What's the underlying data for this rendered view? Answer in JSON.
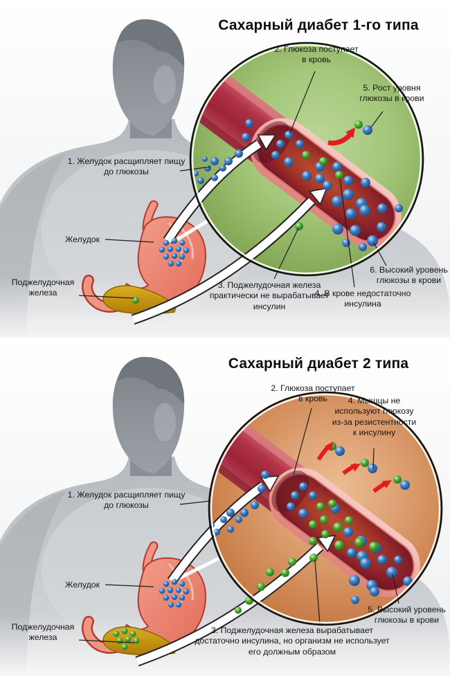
{
  "panels": [
    {
      "id": "type1",
      "title": "Сахарный диабет 1-го типа",
      "organ_labels": {
        "stomach": "Желудок",
        "pancreas": "Поджелудочная\nжелеза"
      },
      "annotations": [
        {
          "text": "1. Желудок расщипляет пищу\nдо глюкозы"
        },
        {
          "text": "2. Глюкоза поступает\nв кровь"
        },
        {
          "text": "3. Поджелудочная железа\nпрактически не вырабатывает\nинсулин"
        },
        {
          "text": "4. В крове недостаточно\nинсулина"
        },
        {
          "text": "5. Рост уровня\nглюкозы в крови"
        },
        {
          "text": "6. Высокий уровень\nглюкозы в крови"
        }
      ]
    },
    {
      "id": "type2",
      "title": "Сахарный диабет 2 типа",
      "organ_labels": {
        "stomach": "Желудок",
        "pancreas": "Поджелудочная\nжелеза"
      },
      "annotations": [
        {
          "text": "1. Желудок расщипляет пищу\nдо глюкозы"
        },
        {
          "text": "2. Глюкоза поступает\nв кровь"
        },
        {
          "text": "3. Поджелудочная железа вырабатывает\nдостаточно инсулина, но организм не использует\nего должным образом"
        },
        {
          "text": "4. Мышцы не\nиспользуют глюкозу\nиз-за резистентности\nк инсулину"
        },
        {
          "text": "5. Высокий уровень\nглюкозы в крови"
        }
      ]
    }
  ],
  "colors": {
    "glucose_dot_blue": "#3e7cc1",
    "insulin_dot_green": "#46a52f",
    "arrow_red": "#e11d1d",
    "magnifier_bg_type1": "#a5c87c",
    "magnifier_bg_type2": "#dda072",
    "vessel_red": "#a02739",
    "pancreas_yellow": "#c9920e",
    "silhouette_gray": "#9aa0a6"
  }
}
